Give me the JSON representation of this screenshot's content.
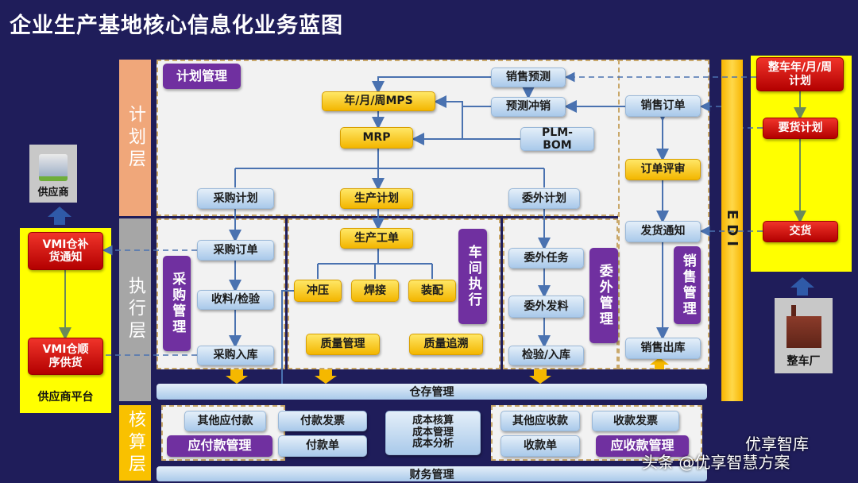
{
  "title": "企业生产基地核心信息化业务蓝图",
  "layers": {
    "plan": "计划层",
    "exec": "执行层",
    "account": "核算层"
  },
  "plan": {
    "header": "计划管理",
    "sales_forecast": "销售预测",
    "forecast_offset": "预测冲销",
    "mps": "年/月/周MPS",
    "mrp": "MRP",
    "plm_bom": "PLM-BOM",
    "purchase_plan": "采购计划",
    "production_plan": "生产计划",
    "outsource_plan": "委外计划"
  },
  "sales": {
    "sales_order": "销售订单",
    "order_review": "订单评审",
    "delivery_notice": "发货通知",
    "header": "销售管理",
    "sales_out": "销售出库"
  },
  "purchase": {
    "header": "采购管理",
    "purchase_order": "采购订单",
    "receiving": "收料/检验",
    "purchase_in": "采购入库"
  },
  "workshop": {
    "header": "车间执行",
    "work_order": "生产工单",
    "stamping": "冲压",
    "welding": "焊接",
    "assembly": "装配",
    "quality_mgmt": "质量管理",
    "quality_trace": "质量追溯"
  },
  "outsource": {
    "header": "委外管理",
    "task": "委外任务",
    "issue": "委外发料",
    "inspect_in": "检验/入库"
  },
  "warehouse": "仓存管理",
  "finance": "财务管理",
  "payable": {
    "header": "应付款管理",
    "other": "其他应付款",
    "invoice": "付款发票",
    "bill": "付款单"
  },
  "cost": {
    "line1": "成本核算",
    "line2": "成本管理",
    "line3": "成本分析"
  },
  "receivable": {
    "header": "应收款管理",
    "other": "其他应收款",
    "invoice": "收款发票",
    "bill": "收款单"
  },
  "edi": "EDI",
  "oem": {
    "plan": "整车年/月/周计划",
    "demand": "要货计划",
    "delivery": "交货",
    "factory": "整车厂"
  },
  "supplier": {
    "name": "供应商",
    "vmi_replenish": "VMI仓补货通知",
    "vmi_sequence": "VMI仓顺序供货",
    "platform": "供应商平台"
  },
  "watermark": {
    "brand": "优享智库",
    "source": "头条 @优享智慧方案"
  }
}
